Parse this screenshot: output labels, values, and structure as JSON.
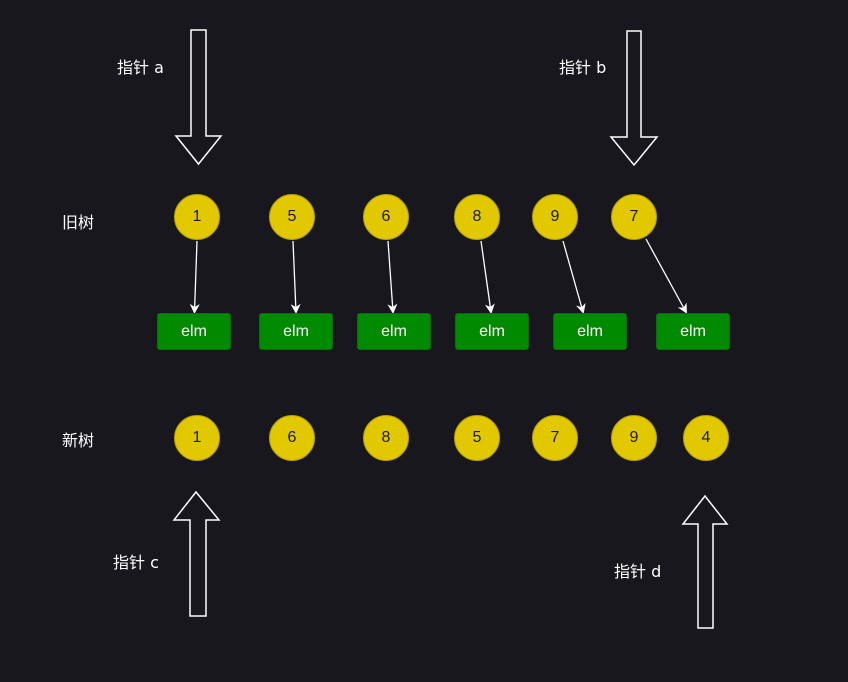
{
  "pointers": {
    "a": "指针 a",
    "b": "指针 b",
    "c": "指针 c",
    "d": "指针 d"
  },
  "rows": {
    "old_label": "旧树",
    "new_label": "新树"
  },
  "old_nodes": [
    "1",
    "5",
    "6",
    "8",
    "9",
    "7"
  ],
  "elms": [
    "elm",
    "elm",
    "elm",
    "elm",
    "elm",
    "elm"
  ],
  "new_nodes": [
    "1",
    "6",
    "8",
    "5",
    "7",
    "9",
    "4"
  ],
  "colors": {
    "background": "#18171d",
    "node_fill": "#e1c800",
    "elm_fill": "#008a00",
    "stroke": "#ffffff"
  }
}
